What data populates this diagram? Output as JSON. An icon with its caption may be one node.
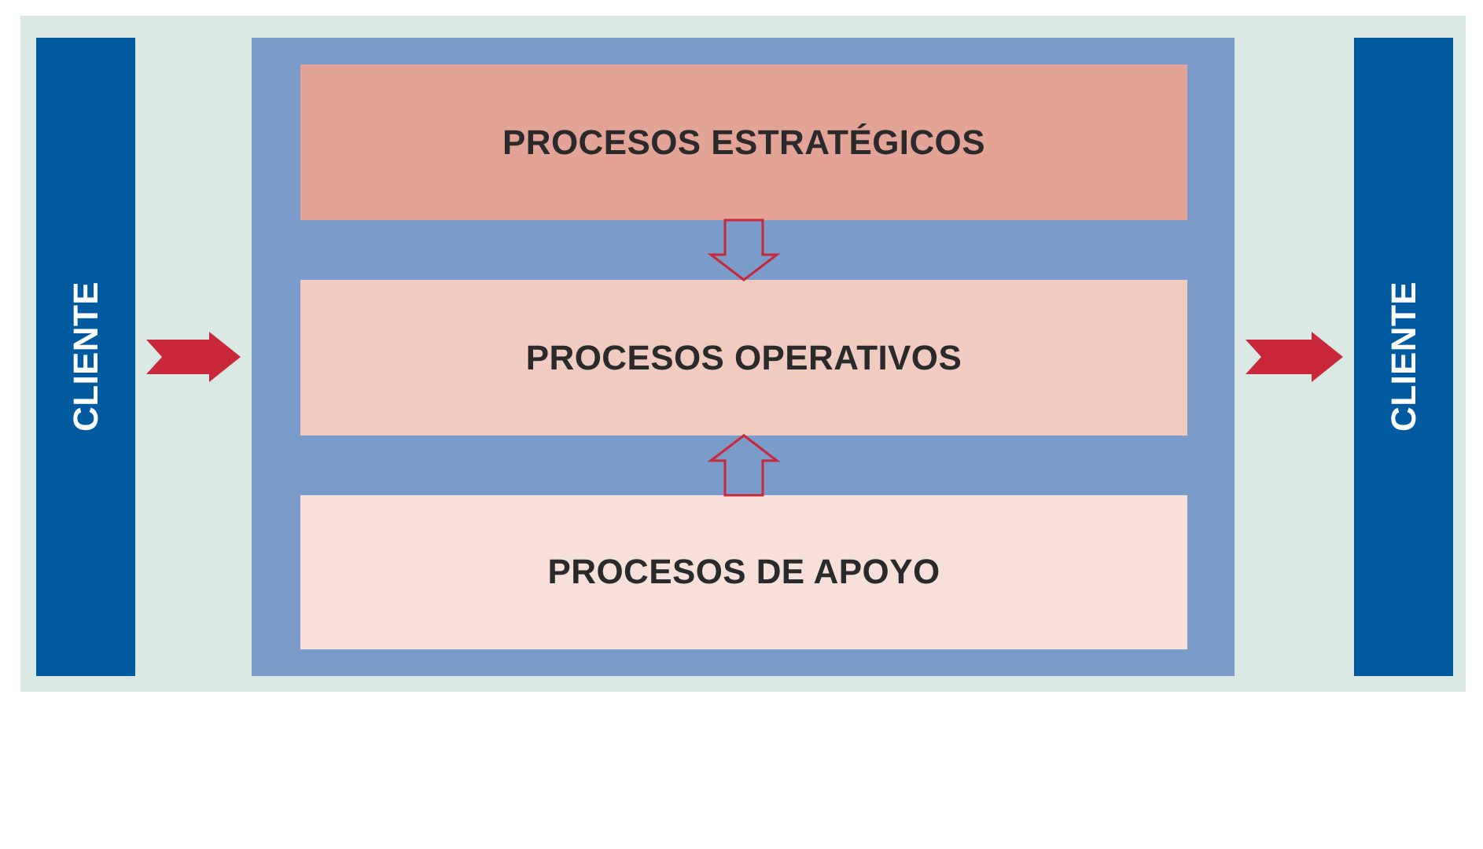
{
  "diagram": {
    "nodes": [
      {
        "text": [
          "CLIENTE"
        ]
      },
      {
        "text": [],
        "shape": "box"
      },
      {
        "text": [
          "PROCESOS ESTRATÉGICOS"
        ],
        "in": 1
      },
      {
        "text": [
          "PROCESOS OPERATIVOS"
        ],
        "in": 1
      },
      {
        "text": [
          "PROCESOS DE APOYO"
        ],
        "in": 1
      },
      {
        "text": [
          "CLIENTE"
        ]
      }
    ],
    "edges": [
      {
        "from": 0,
        "to": 1,
        "arrow": "to",
        "style": "thick"
      },
      {
        "from": 2,
        "to": 3,
        "arrow": "to"
      },
      {
        "from": 4,
        "to": 3,
        "arrow": "to"
      },
      {
        "from": 1,
        "to": 5,
        "arrow": "to",
        "style": "thick"
      }
    ]
  }
}
